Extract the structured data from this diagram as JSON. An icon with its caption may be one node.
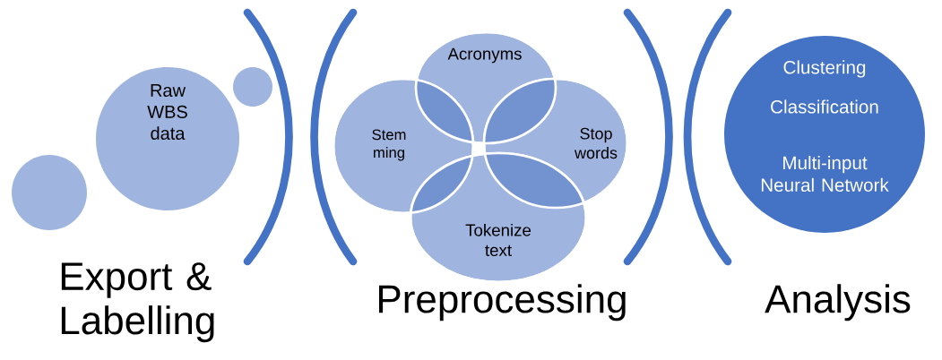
{
  "diagram": {
    "nodes": [
      {
        "text": [
          "Raw WBS data"
        ]
      },
      {
        "text": [],
        "shape": "circle"
      },
      {
        "text": [],
        "shape": "circle"
      },
      {
        "text": [
          "Acronyms"
        ]
      },
      {
        "text": [
          "Stem ming"
        ]
      },
      {
        "text": [
          "Stop words"
        ]
      },
      {
        "text": [
          "Tokenize text"
        ]
      },
      {
        "text": [
          "Clustering",
          "Classification",
          "Multi-input Neural Network"
        ]
      }
    ],
    "labels": [
      "Export & Labelling",
      "Preprocessing",
      "Analysis"
    ]
  }
}
